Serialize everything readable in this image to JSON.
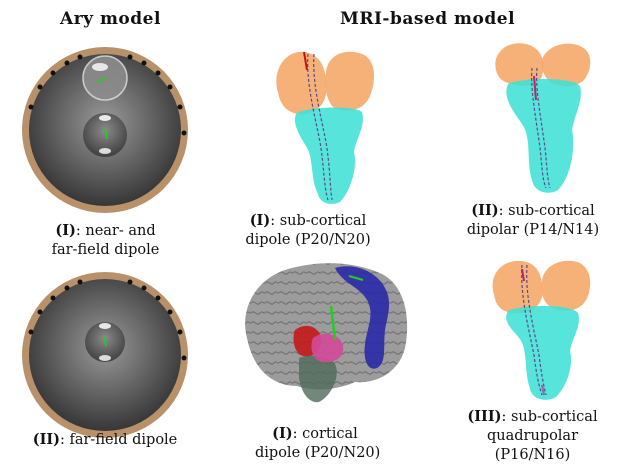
{
  "headers": {
    "ary": "Ary model",
    "mri": "MRI-based model"
  },
  "captions": {
    "ary_1": {
      "label": "(I)",
      "line1": ": near- and",
      "line2": "far-field dipole"
    },
    "ary_2": {
      "label": "(II)",
      "line1": ": far-field dipole"
    },
    "mri_1": {
      "label": "(I)",
      "line1": ": sub-cortical",
      "line2": "dipole (P20/N20)"
    },
    "mri_2": {
      "label": "(II)",
      "line1": ": sub-cortical",
      "line2": "dipolar (P14/N14)"
    },
    "mri_3": {
      "label": "(I)",
      "line1": ": cortical",
      "line2": "dipole (P20/N20)"
    },
    "mri_4": {
      "label": "(III)",
      "line1": ": sub-cortical",
      "line2": "quadrupolar",
      "line3": "(P16/N16)"
    }
  },
  "colors": {
    "thalamus": "#f5a96a",
    "brainstem": "#3fe0d6",
    "skull": "#b8916a",
    "sphere": "#6e6e6e",
    "dipole": "#22cc22",
    "cortex": "#8a8a8a",
    "blue_region": "#2a2aa8",
    "red_region": "#c41a1a",
    "magenta_region": "#d44a9a"
  }
}
